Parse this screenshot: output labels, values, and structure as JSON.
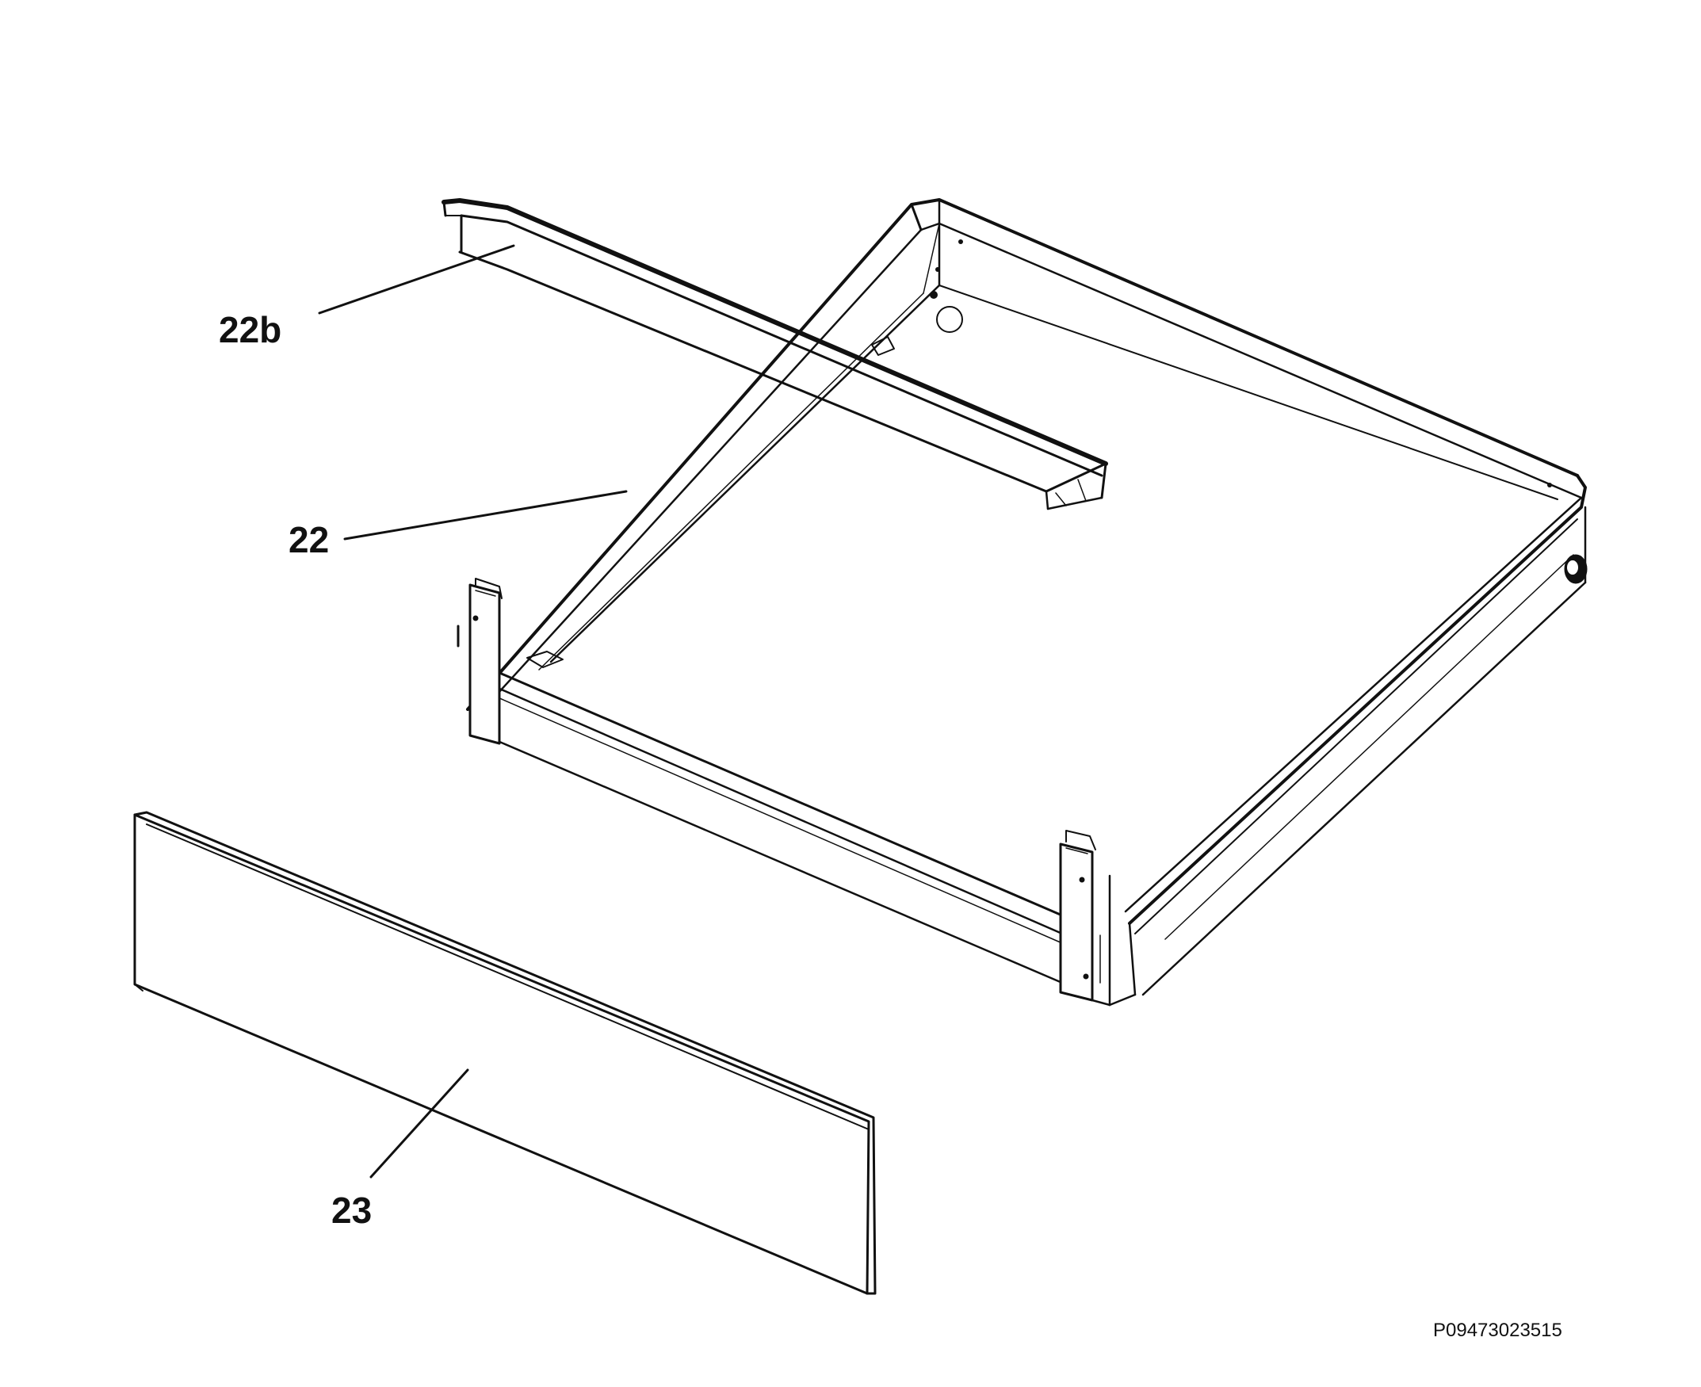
{
  "diagram": {
    "parts": [
      {
        "id": "part-22b",
        "label": "22b"
      },
      {
        "id": "part-22",
        "label": "22"
      },
      {
        "id": "part-23",
        "label": "23"
      }
    ],
    "document_id": "P09473023515",
    "colors": {
      "line": "#111111",
      "background": "#ffffff"
    }
  }
}
